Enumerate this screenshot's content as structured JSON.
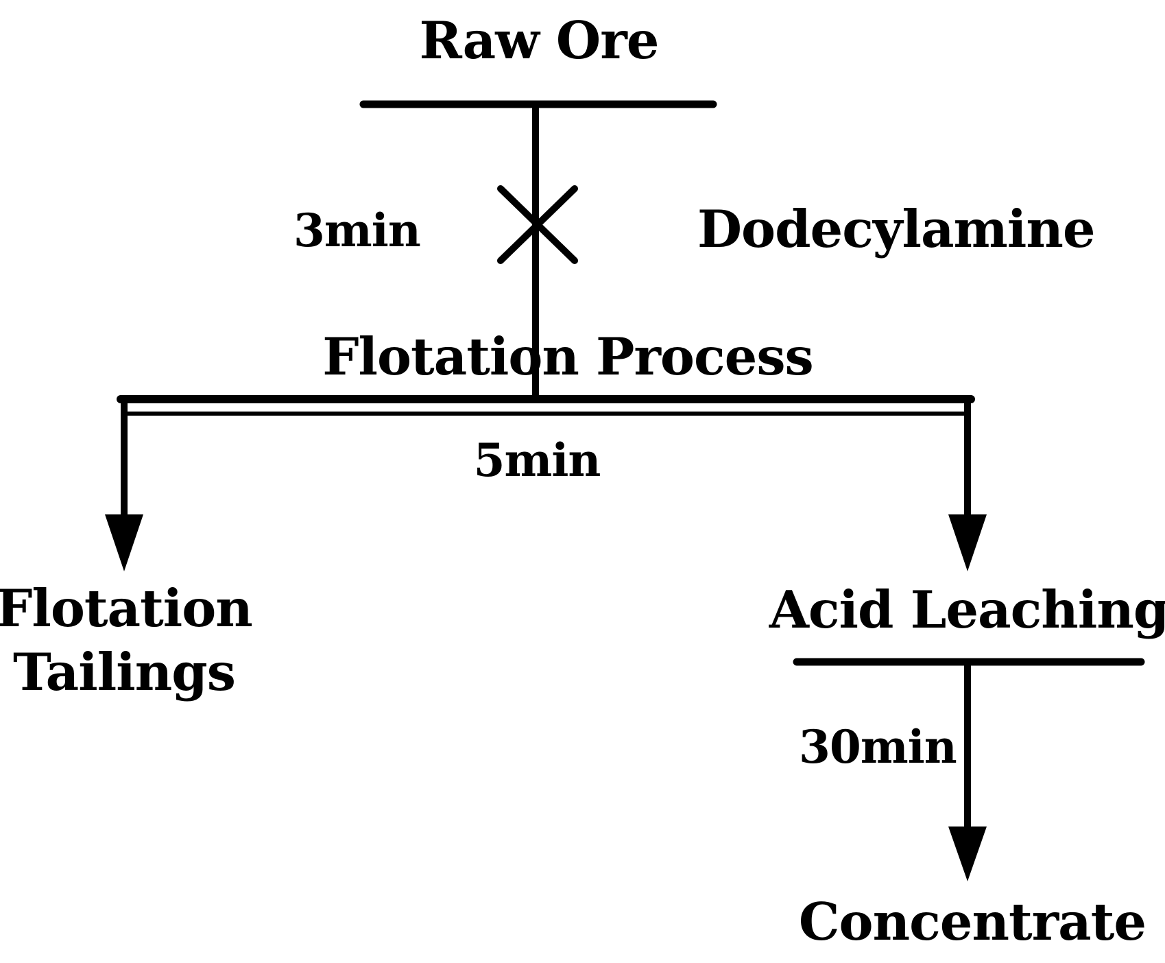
{
  "diagram": {
    "title_node": "Raw Ore",
    "mixing": {
      "time_label": "3min",
      "reagent_label": "Dodecylamine",
      "symbol_icon": "mixing-cross-icon"
    },
    "flotation": {
      "label": "Flotation Process",
      "time_label": "5min"
    },
    "outputs": {
      "tailings_line1": "Flotation",
      "tailings_line2": "Tailings",
      "leaching_label": "Acid Leaching",
      "leaching_time": "30min",
      "product_label": "Concentrate"
    },
    "colors": {
      "stroke": "#000000",
      "background": "#ffffff"
    }
  }
}
